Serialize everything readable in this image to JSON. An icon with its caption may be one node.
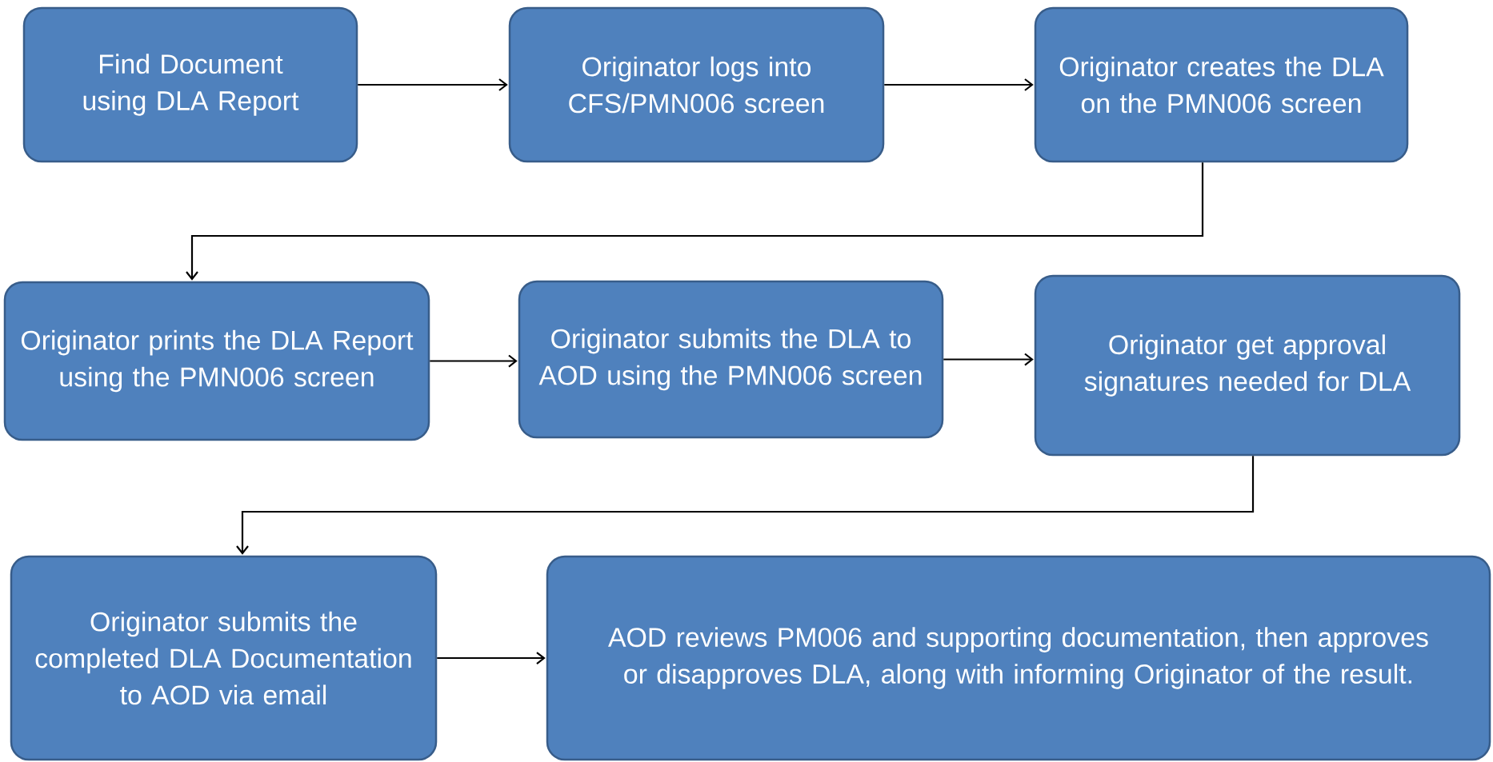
{
  "diagram": {
    "nodes": [
      {
        "text": [
          "Find Document using DLA Report"
        ]
      },
      {
        "text": [
          "Originator logs into CFS/PMN006 screen"
        ]
      },
      {
        "text": [
          "Originator creates the DLA on the PMN006 screen"
        ]
      },
      {
        "text": [
          "Originator prints the DLA Report using the PMN006 screen"
        ]
      },
      {
        "text": [
          "Originator submits the DLA to AOD using the PMN006 screen"
        ]
      },
      {
        "text": [
          "Originator get approval signatures needed for DLA"
        ]
      },
      {
        "text": [
          "Originator submits the completed DLA Documentation to AOD via email"
        ]
      },
      {
        "text": [
          "AOD reviews PM006 and supporting documentation, then approves or disapproves DLA, along with informing Originator of the result."
        ]
      }
    ],
    "edges": [
      {
        "from": 0,
        "to": 1,
        "arrow": "to"
      },
      {
        "from": 1,
        "to": 2,
        "arrow": "to"
      },
      {
        "from": 2,
        "to": 3,
        "arrow": "to"
      },
      {
        "from": 3,
        "to": 4,
        "arrow": "to"
      },
      {
        "from": 4,
        "to": 5,
        "arrow": "to"
      },
      {
        "from": 5,
        "to": 6,
        "arrow": "to"
      },
      {
        "from": 6,
        "to": 7,
        "arrow": "to"
      }
    ]
  }
}
